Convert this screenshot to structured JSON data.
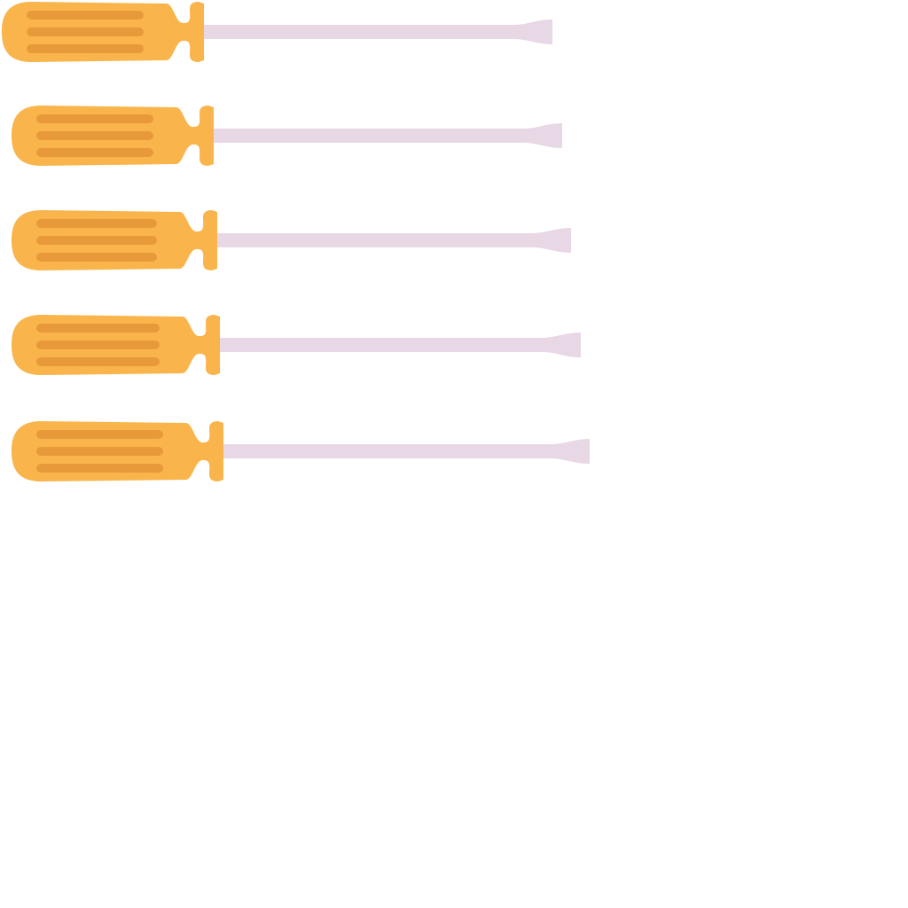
{
  "scene": {
    "background": "#ffffff",
    "tool_count": 5,
    "colors": {
      "handle": "#F9B54C",
      "grip": "#E89A3A",
      "shaft": "#E8D8E6"
    },
    "tools": [
      {
        "kind": "flathead-screwdriver"
      },
      {
        "kind": "flathead-screwdriver"
      },
      {
        "kind": "flathead-screwdriver"
      },
      {
        "kind": "flathead-screwdriver"
      },
      {
        "kind": "flathead-screwdriver"
      }
    ]
  }
}
